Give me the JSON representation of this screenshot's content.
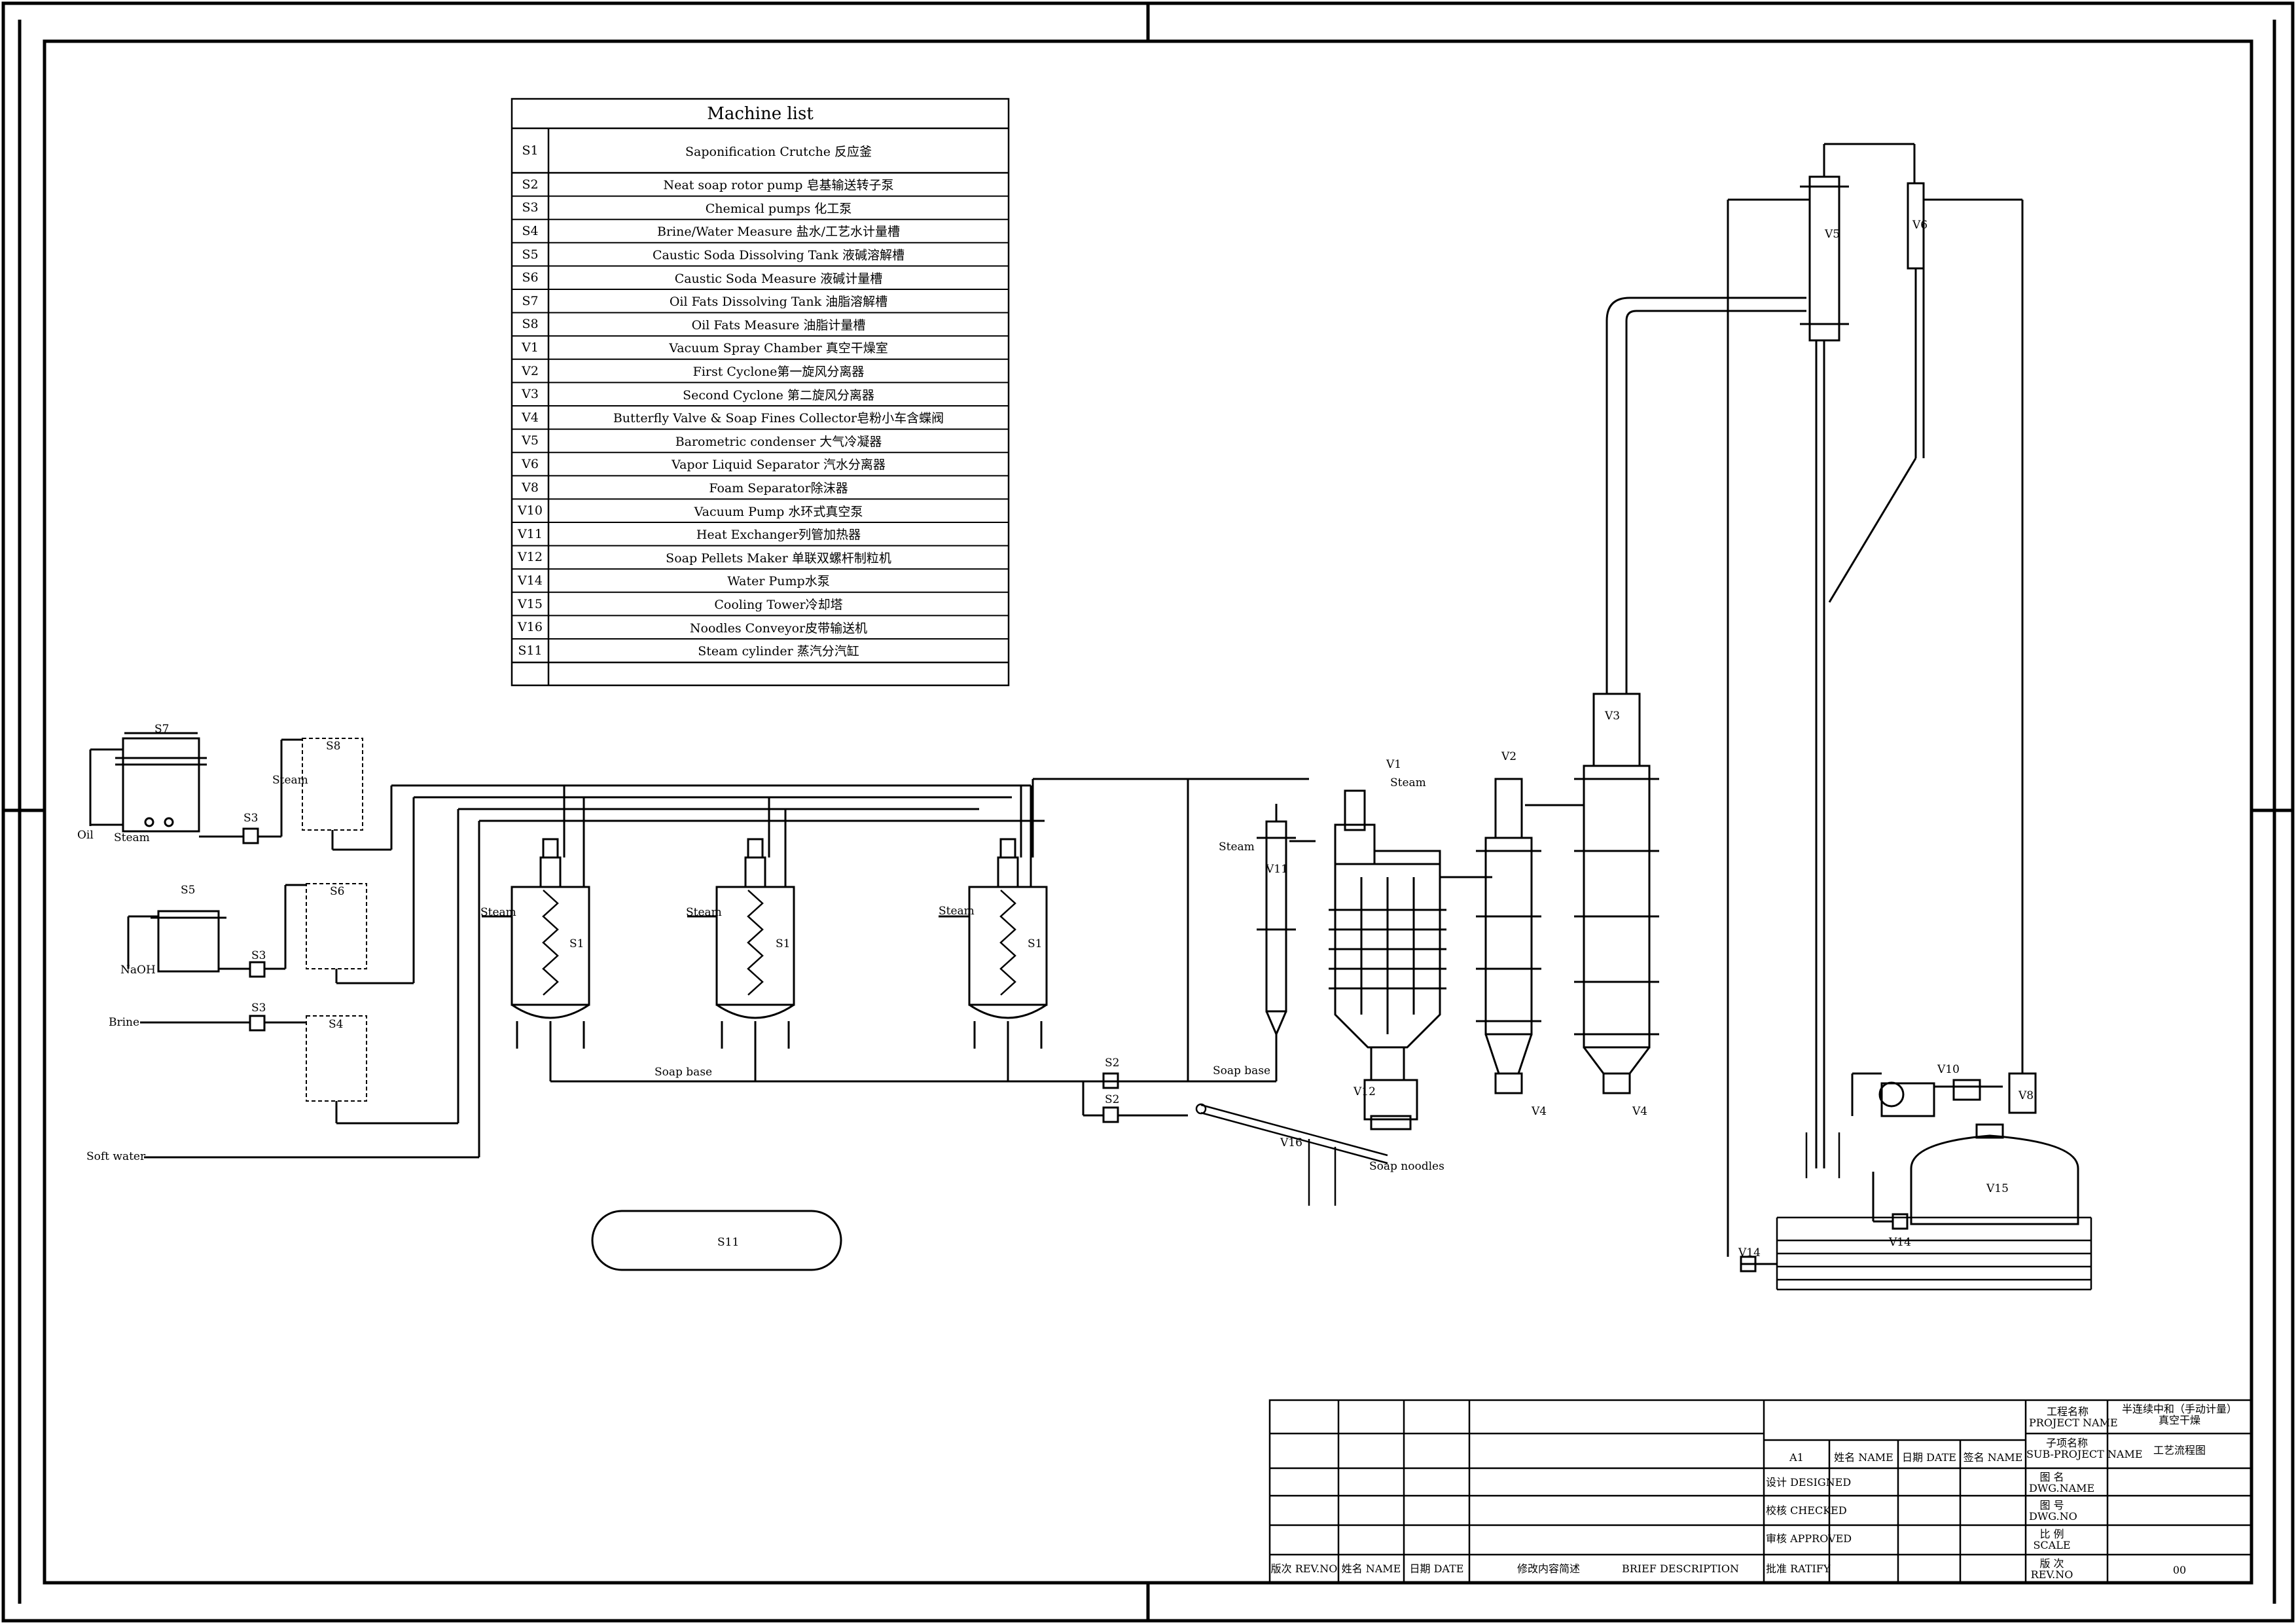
{
  "machine_list": {
    "title": "Machine list",
    "rows": [
      {
        "code": "S1",
        "name": "Saponification Crutche 反应釜"
      },
      {
        "code": "S2",
        "name": "Neat soap rotor pump 皂基输送转子泵"
      },
      {
        "code": "S3",
        "name": "Chemical pumps 化工泵"
      },
      {
        "code": "S4",
        "name": "Brine/Water Measure 盐水/工艺水计量槽"
      },
      {
        "code": "S5",
        "name": "Caustic Soda Dissolving Tank 液碱溶解槽"
      },
      {
        "code": "S6",
        "name": "Caustic Soda Measure 液碱计量槽"
      },
      {
        "code": "S7",
        "name": "Oil Fats Dissolving Tank 油脂溶解槽"
      },
      {
        "code": "S8",
        "name": "Oil Fats Measure 油脂计量槽"
      },
      {
        "code": "V1",
        "name": "Vacuum Spray Chamber 真空干燥室"
      },
      {
        "code": "V2",
        "name": "First Cyclone第一旋风分离器"
      },
      {
        "code": "V3",
        "name": "Second Cyclone 第二旋风分离器"
      },
      {
        "code": "V4",
        "name": "Butterfly Valve & Soap Fines Collector皂粉小车含蝶阀"
      },
      {
        "code": "V5",
        "name": "Barometric condenser 大气冷凝器"
      },
      {
        "code": "V6",
        "name": "Vapor Liquid Separator 汽水分离器"
      },
      {
        "code": "V8",
        "name": "Foam Separator除沫器"
      },
      {
        "code": "V10",
        "name": "Vacuum Pump 水环式真空泵"
      },
      {
        "code": "V11",
        "name": "Heat Exchanger列管加热器"
      },
      {
        "code": "V12",
        "name": "Soap Pellets Maker 单联双螺杆制粒机"
      },
      {
        "code": "V14",
        "name": "Water Pump水泵"
      },
      {
        "code": "V15",
        "name": "Cooling Tower冷却塔"
      },
      {
        "code": "V16",
        "name": "Noodles Conveyor皮带输送机"
      },
      {
        "code": "S11",
        "name": "Steam cylinder 蒸汽分汽缸"
      }
    ]
  },
  "labels": {
    "S7": "S7",
    "S8": "S8",
    "S5": "S5",
    "S6": "S6",
    "S4": "S4",
    "S3a": "S3",
    "S3b": "S3",
    "S3c": "S3",
    "S1a": "S1",
    "S1b": "S1",
    "S1c": "S1",
    "S2a": "S2",
    "S2b": "S2",
    "S11": "S11",
    "V1": "V1",
    "V2": "V2",
    "V3": "V3",
    "V4a": "V4",
    "V4b": "V4",
    "V5": "V5",
    "V6": "V6",
    "V8": "V8",
    "V10": "V10",
    "V11": "V11",
    "V12": "V12",
    "V14a": "V14",
    "V14b": "V14",
    "V15": "V15",
    "V16": "V16",
    "oil": "Oil",
    "naoh": "NaOH",
    "brine": "Brine",
    "soft_water": "Soft water",
    "steam": "Steam",
    "soap_base": "Soap base",
    "soap_noodles": "Soap noodles"
  },
  "title_block": {
    "project_name_cn": "工程名称",
    "project_name_en": "PROJECT NAME",
    "project_value_1": "半连续中和（手动计量）",
    "project_value_2": "真空干燥",
    "sub_project_cn": "子项名称",
    "sub_project_en": "SUB-PROJECT NAME",
    "sub_project_value": "工艺流程图",
    "a1": "A1",
    "name_col": "姓名 NAME",
    "date_col": "日期 DATE",
    "sign_col": "签名 NAME",
    "designed": "设计 DESIGNED",
    "checked": "校核 CHECKED",
    "approved": "审核 APPROVED",
    "ratify": "批准  RATIFY",
    "dwg_name_cn": "图    名",
    "dwg_name_en": "DWG.NAME",
    "dwg_no_cn": "图    号",
    "dwg_no_en": "DWG.NO",
    "scale_cn": "比    例",
    "scale_en": "SCALE",
    "rev_cn": "版    次",
    "rev_en": "REV.NO",
    "rev_value": "00",
    "rev_no_col": "版次 REV.NO",
    "rev_name_col": "姓名 NAME",
    "rev_date_col": "日期 DATE",
    "rev_desc_cn": "修改内容简述",
    "rev_desc_en": "BRIEF DESCRIPTION"
  }
}
